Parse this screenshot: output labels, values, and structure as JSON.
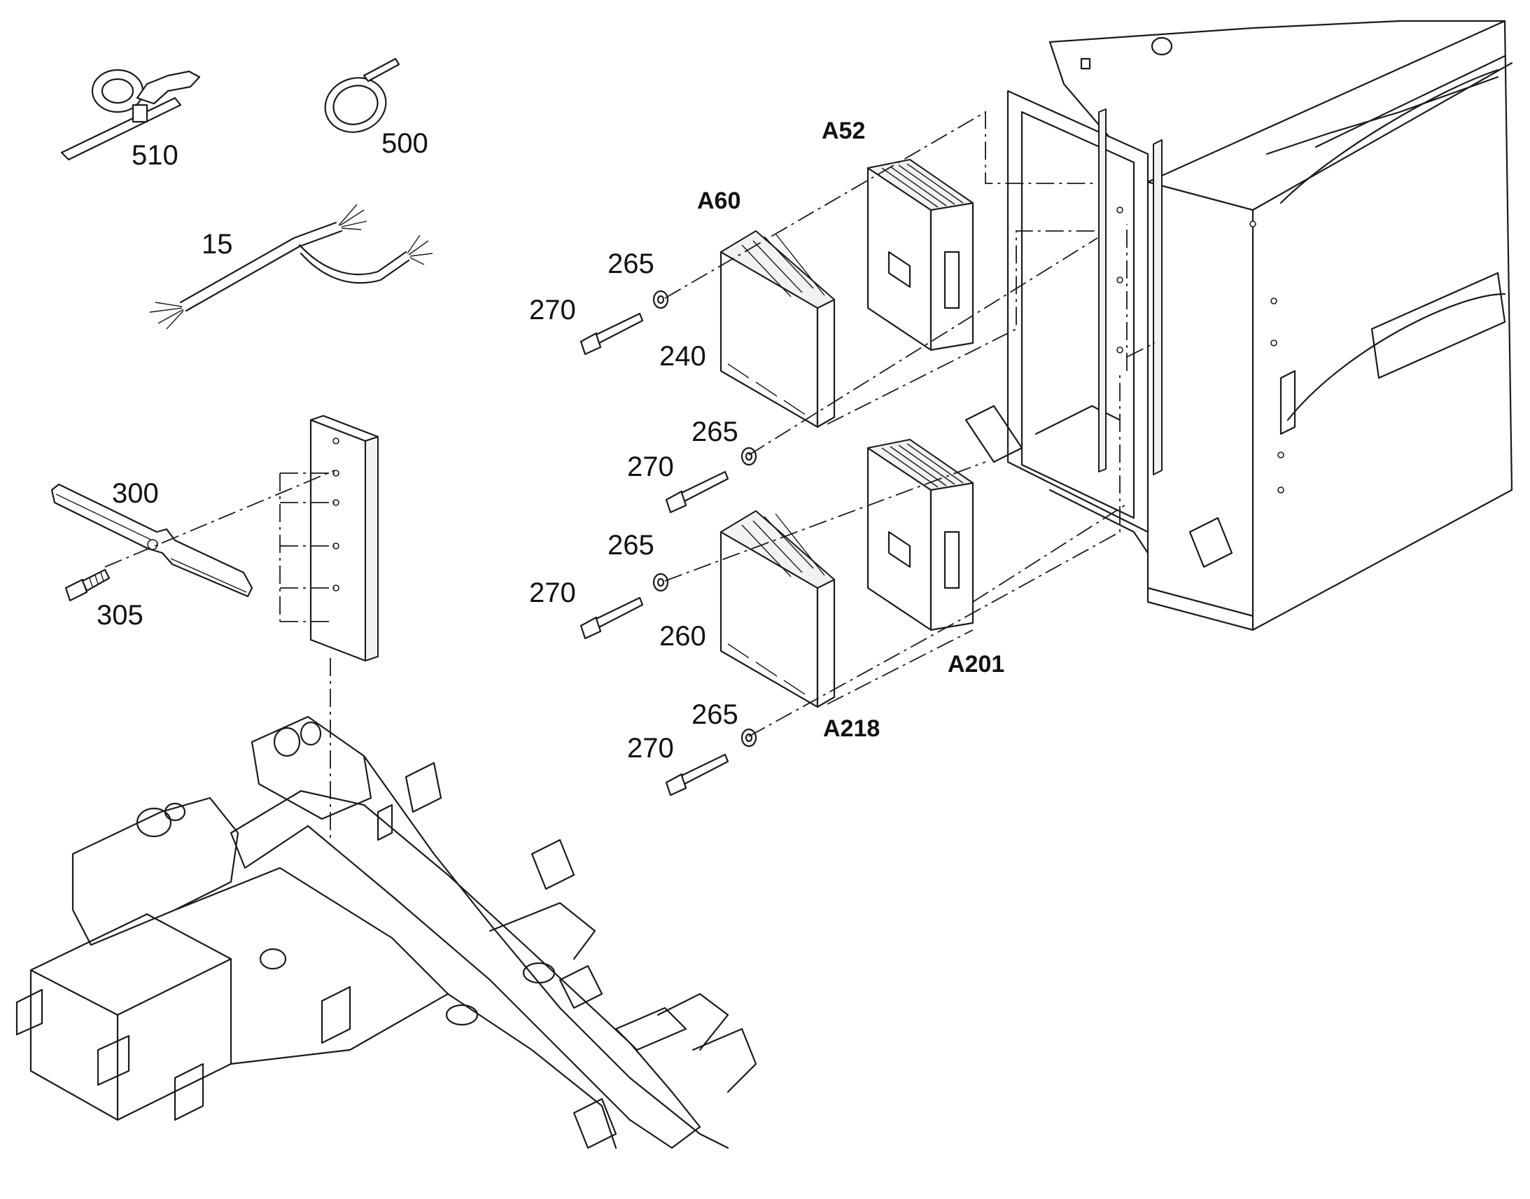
{
  "callouts": {
    "cable_tie_with_clip": "510",
    "cable_tie": "500",
    "wire_harness": "15",
    "mounting_strap": "300",
    "hex_bolt": "305",
    "module_a52": "A52",
    "module_a60": "A60",
    "module_a201": "A201",
    "module_a218": "A218",
    "cover_upper": "240",
    "cover_lower": "260",
    "washer_1": "265",
    "washer_2": "265",
    "washer_3": "265",
    "washer_4": "265",
    "screw_1": "270",
    "screw_2": "270",
    "screw_3": "270",
    "screw_4": "270"
  }
}
